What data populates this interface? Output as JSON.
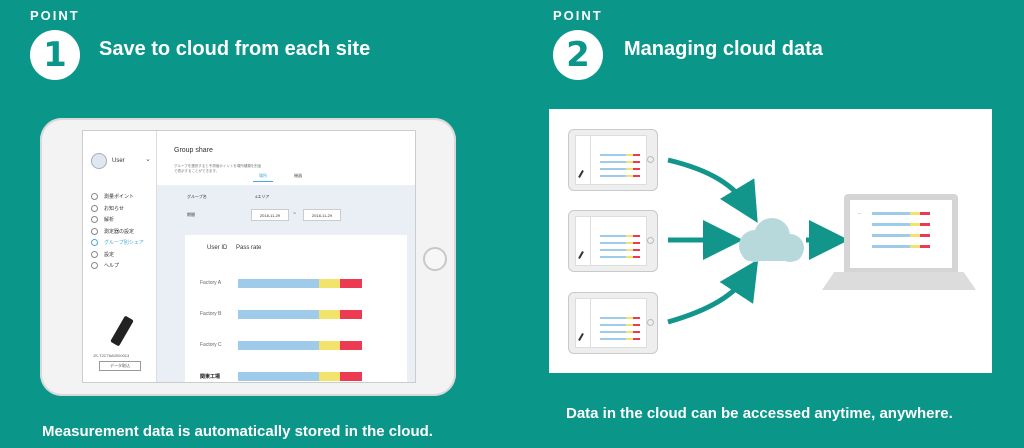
{
  "point1": {
    "label": "POINT",
    "number": "1",
    "title": "Save to cloud from each site",
    "caption": "Measurement data is automatically stored in the cloud."
  },
  "point2": {
    "label": "POINT",
    "number": "2",
    "title": "Managing cloud data",
    "caption": "Data in the cloud can be accessed anytime, anywhere."
  },
  "app": {
    "user": "User",
    "menu": [
      "測量ポイント",
      "お知らせ",
      "解析",
      "測定器の設定",
      "グループ別シェア",
      "設定",
      "ヘルプ"
    ],
    "active_menu_index": 4,
    "device_serial": "JS-T2C76A0000013",
    "data_button": "データ取込",
    "page_title": "Group share",
    "page_desc": "グループを選択すると予測値ポイントを場所種類を別途で表示することができます。",
    "tabs": [
      "場所",
      "機器"
    ],
    "filters": {
      "group_label": "グループ名",
      "group_value": "4エリア",
      "period_label": "期間",
      "date_from": "2018-11-29",
      "date_to": "2018-11-29",
      "sep": "~"
    },
    "table": {
      "col_user": "User ID",
      "col_pass": "Pass rate",
      "rows": [
        {
          "label": "Factory A",
          "blue": 0.65,
          "yellow": 0.17,
          "red": 0.18
        },
        {
          "label": "Factory B",
          "blue": 0.65,
          "yellow": 0.17,
          "red": 0.18
        },
        {
          "label": "Factory C",
          "blue": 0.65,
          "yellow": 0.17,
          "red": 0.18
        },
        {
          "label": "関東工場",
          "blue": 0.65,
          "yellow": 0.17,
          "red": 0.18
        }
      ]
    }
  },
  "colors": {
    "bg": "#0b968a",
    "blue": "#9ecbea",
    "yellow": "#f1e36c",
    "red": "#ec3a52",
    "cloud": "#b8d9dc",
    "arrow": "#12968b"
  }
}
